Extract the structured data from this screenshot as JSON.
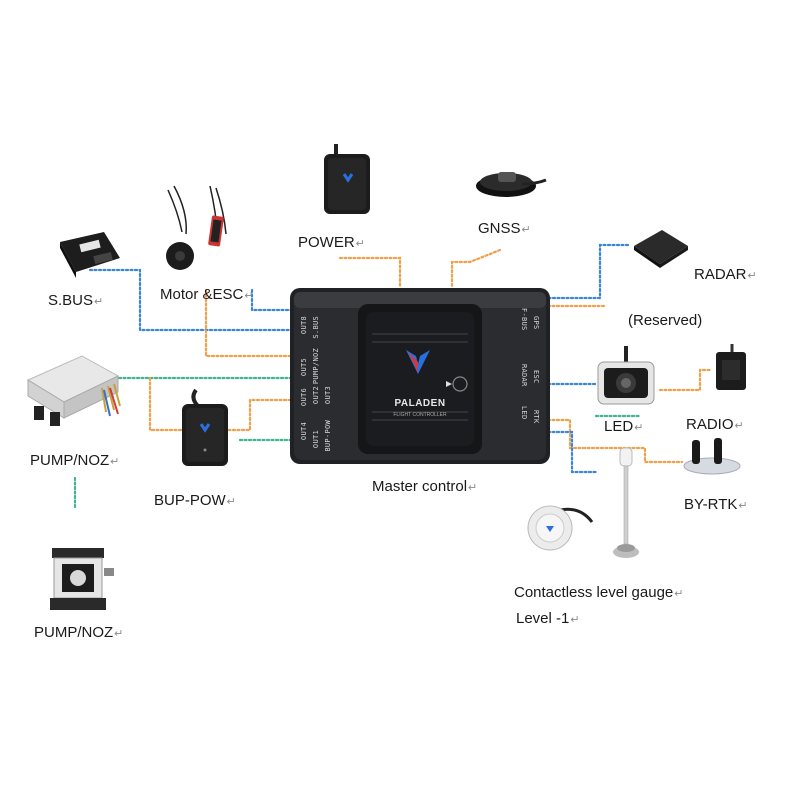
{
  "labels": {
    "power": "POWER",
    "gnss": "GNSS",
    "sbus": "S.BUS",
    "motor_esc": "Motor &ESC",
    "radar": "RADAR",
    "reserved": "(Reserved)",
    "pump_noz_1": "PUMP/NOZ",
    "bup_pow": "BUP-POW",
    "master_control": "Master control",
    "led": "LED",
    "radio": "RADIO",
    "by_rtk": "BY-RTK",
    "level_gauge": "Contactless level gauge",
    "level": "Level -1",
    "pump_noz_2": "PUMP/NOZ"
  },
  "return_mark": "↵",
  "controller": {
    "brand": "PALADEN",
    "subtitle": "FLIGHT CONTROLLER",
    "left_ports": [
      "S.BUS",
      "PUMP/NOZ",
      "OUT8",
      "OUT5",
      "OUT6",
      "OUT2",
      "OUT3",
      "OUT4",
      "BUP-POW",
      "OUT1"
    ],
    "right_ports": [
      "F-BUS",
      "GPS",
      "RADAR",
      "ESC",
      "LED",
      "RTK"
    ]
  },
  "colors": {
    "wire_orange": "#f0a04a",
    "wire_blue": "#3a86d6",
    "wire_green": "#3fb58a",
    "device": "#1c1c1c",
    "controller_body": "#2a2c30",
    "brand_blue": "#2a6fe0"
  }
}
